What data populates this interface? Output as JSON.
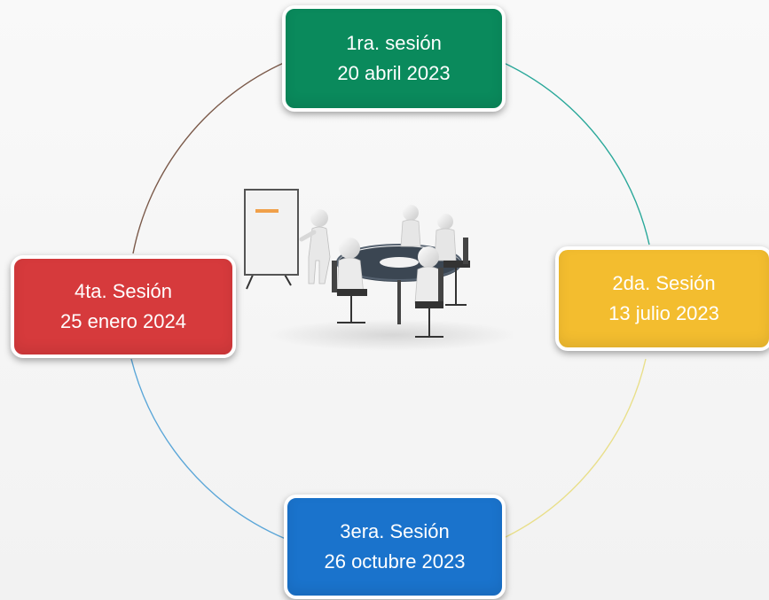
{
  "sessions": [
    {
      "line1": "1ra. sesión",
      "line2": "20 abril 2023",
      "color": "#0a8a5c"
    },
    {
      "line1": "2da. Sesión",
      "line2": "13 julio 2023",
      "color": "#f3bd2f"
    },
    {
      "line1": "3era. Sesión",
      "line2": "26 octubre 2023",
      "color": "#1a73cc"
    },
    {
      "line1": "4ta. Sesión",
      "line2": "25 enero 2024",
      "color": "#d63a3c"
    }
  ],
  "illustration": {
    "icon": "meeting-table-presentation-icon",
    "flipchart_color": "#f2f2f2",
    "table_color": "#3b4652"
  },
  "connector_colors": [
    "#2aa89a",
    "#e9df8a",
    "#5aa6d8",
    "#7b5a4a"
  ]
}
